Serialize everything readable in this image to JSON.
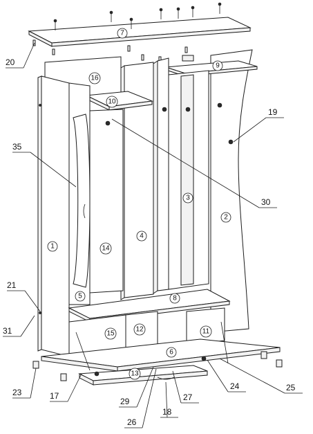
{
  "callouts": {
    "c20": "20",
    "c35": "35",
    "c21": "21",
    "c31": "31",
    "c23": "23",
    "c17": "17",
    "c29": "29",
    "c26": "26",
    "c18": "18",
    "c27": "27",
    "c24": "24",
    "c25": "25",
    "c30": "30",
    "c19": "19"
  },
  "panel_numbers": {
    "p7": "7",
    "p9": "9",
    "p16": "16",
    "p10": "10",
    "p3": "3",
    "p2": "2",
    "p1": "1",
    "p14": "14",
    "p4": "4",
    "p5": "5",
    "p8": "8",
    "p12": "12",
    "p15": "15",
    "p11": "11",
    "p6": "6",
    "p13": "13"
  }
}
